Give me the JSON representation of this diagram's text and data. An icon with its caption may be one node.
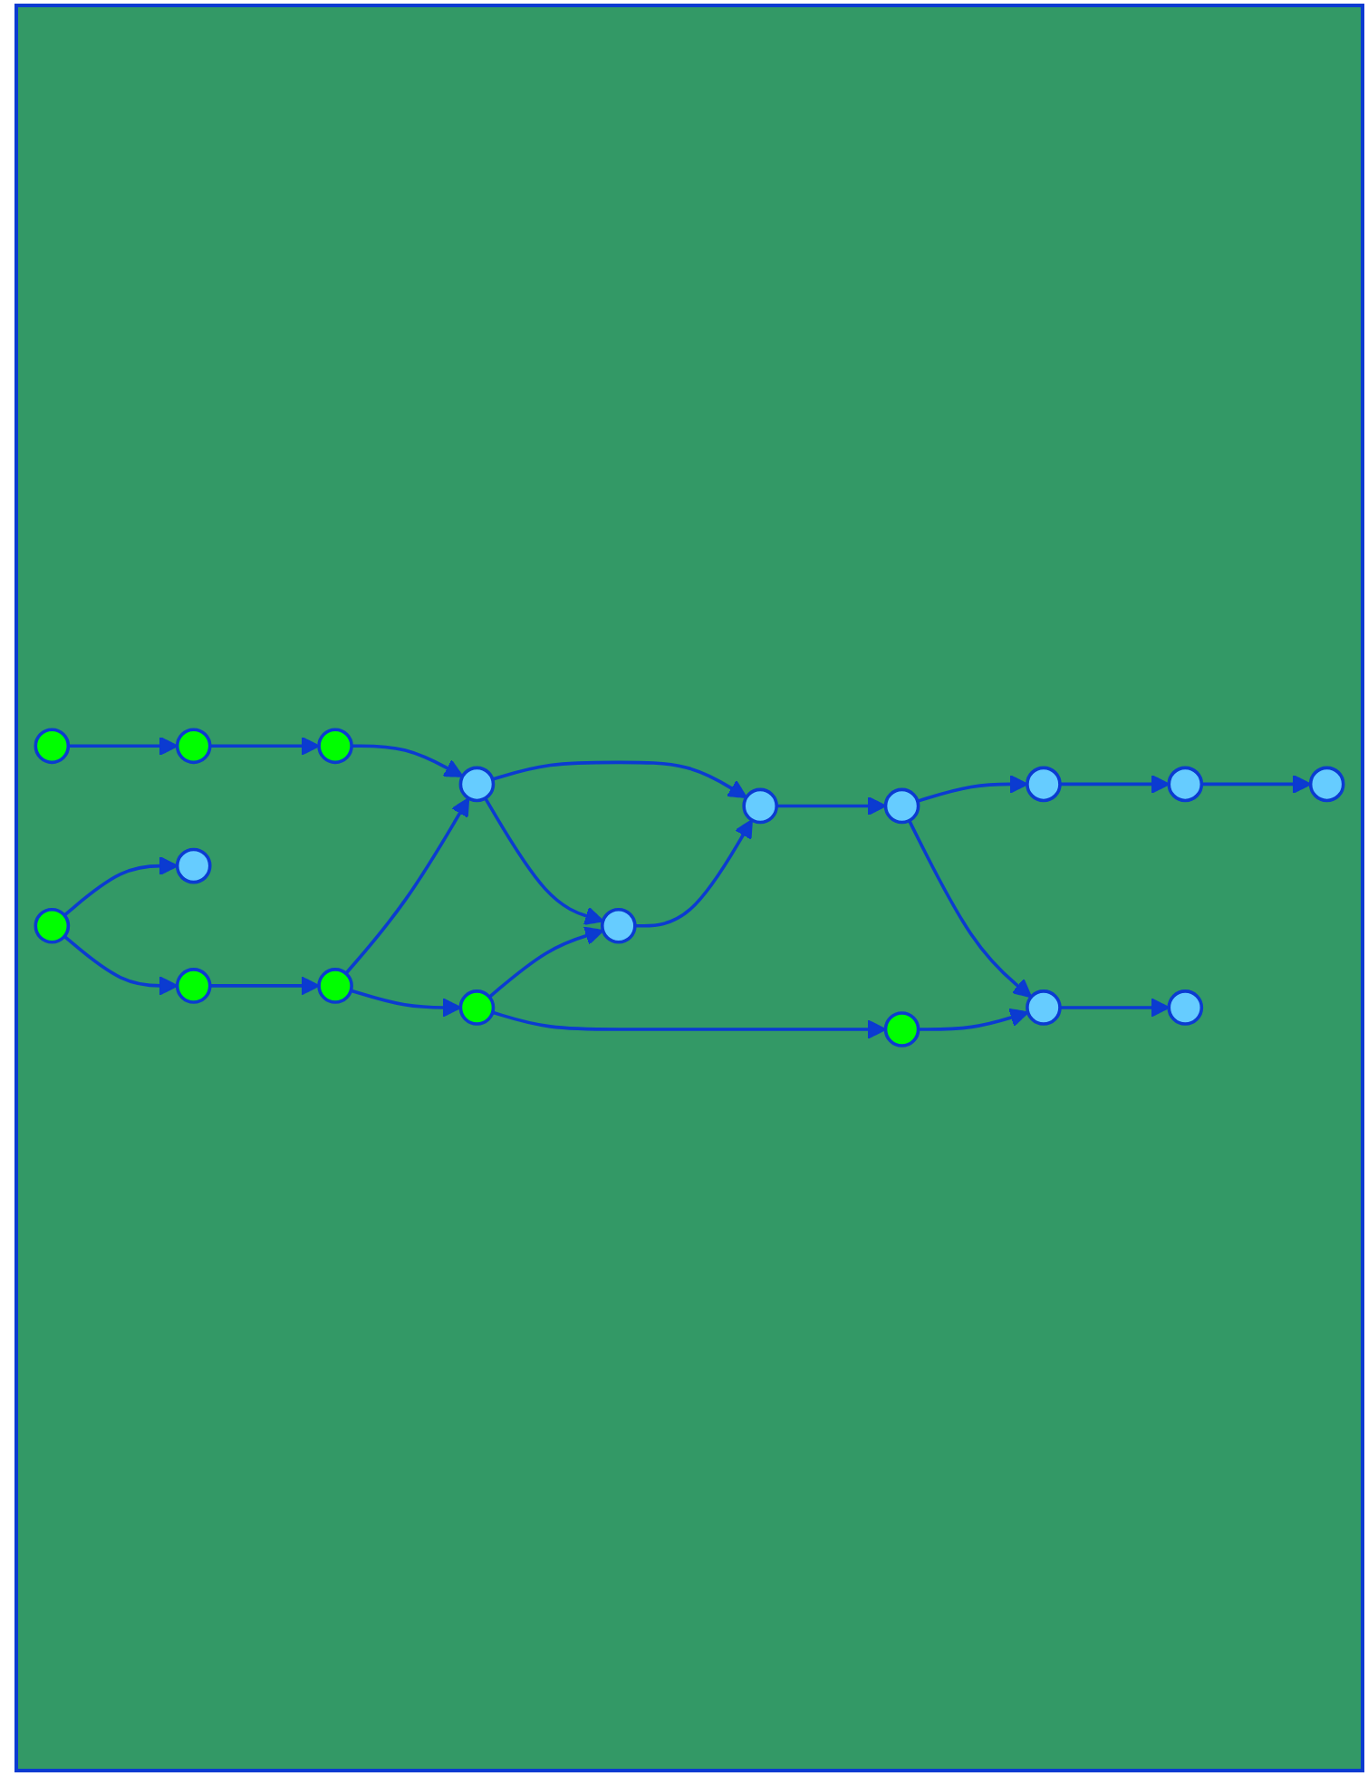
{
  "diagram": {
    "nodes": [
      {
        "text": [],
        "shape": "ellipse"
      },
      {
        "text": [],
        "shape": "ellipse"
      },
      {
        "text": [],
        "shape": "ellipse"
      },
      {
        "text": [],
        "shape": "ellipse"
      },
      {
        "text": [],
        "shape": "ellipse"
      },
      {
        "text": [],
        "shape": "ellipse"
      },
      {
        "text": [],
        "shape": "ellipse"
      },
      {
        "text": [],
        "shape": "ellipse"
      },
      {
        "text": [],
        "shape": "ellipse"
      },
      {
        "text": [],
        "shape": "ellipse"
      },
      {
        "text": [],
        "shape": "ellipse"
      },
      {
        "text": [],
        "shape": "ellipse"
      },
      {
        "text": [],
        "shape": "ellipse"
      },
      {
        "text": [],
        "shape": "ellipse"
      },
      {
        "text": [],
        "shape": "ellipse"
      },
      {
        "text": [],
        "shape": "ellipse"
      },
      {
        "text": [],
        "shape": "ellipse"
      },
      {
        "text": [],
        "shape": "ellipse"
      }
    ],
    "edges": [
      {
        "from": 4,
        "to": 1,
        "arrow": "to"
      },
      {
        "from": 1,
        "to": 7,
        "arrow": "to"
      },
      {
        "from": 7,
        "to": 5,
        "arrow": "to"
      },
      {
        "from": 5,
        "to": 0,
        "arrow": "to"
      },
      {
        "from": 5,
        "to": 6,
        "arrow": "to"
      },
      {
        "from": 6,
        "to": 0,
        "arrow": "to"
      },
      {
        "from": 0,
        "to": 10,
        "arrow": "to"
      },
      {
        "from": 11,
        "to": 9,
        "arrow": "to"
      },
      {
        "from": 11,
        "to": 16,
        "arrow": "to"
      },
      {
        "from": 16,
        "to": 14,
        "arrow": "to"
      },
      {
        "from": 14,
        "to": 5,
        "arrow": "to"
      },
      {
        "from": 14,
        "to": 12,
        "arrow": "to"
      },
      {
        "from": 12,
        "to": 6,
        "arrow": "to"
      },
      {
        "from": 12,
        "to": 17,
        "arrow": "to"
      },
      {
        "from": 17,
        "to": 13,
        "arrow": "to"
      },
      {
        "from": 10,
        "to": 3,
        "arrow": "to"
      },
      {
        "from": 10,
        "to": 13,
        "arrow": "to"
      },
      {
        "from": 3,
        "to": 8,
        "arrow": "to"
      },
      {
        "from": 8,
        "to": 2,
        "arrow": "to"
      },
      {
        "from": 13,
        "to": 15,
        "arrow": "to"
      }
    ]
  }
}
